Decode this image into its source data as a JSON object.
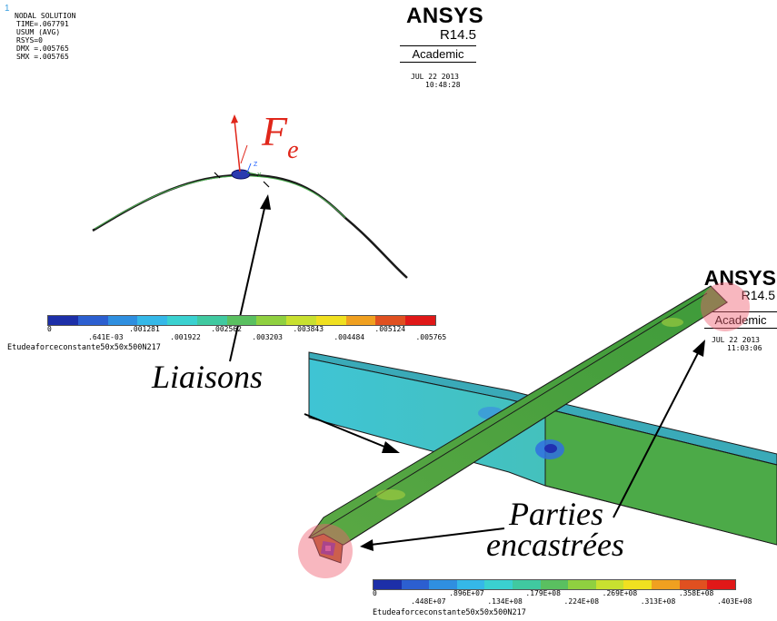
{
  "top_result": {
    "window_number": "1",
    "info_lines": [
      "NODAL SOLUTION",
      "TIME=.067791",
      "USUM       (AVG)",
      "RSYS=0",
      "DMX =.005765",
      "SMX =.005765"
    ]
  },
  "brand1": {
    "name": "ANSYS",
    "version": "R14.5",
    "edition": "Academic",
    "date": "JUL 22 2013",
    "time": "10:48:28"
  },
  "brand2": {
    "name": "ANSYS",
    "version": "R14.5",
    "edition": "Academic",
    "date": "JUL 22 2013",
    "time": "11:03:06"
  },
  "force_label": {
    "letter": "F",
    "subscript": "e"
  },
  "legend1": {
    "title": "Etudeaforceconstante50x50x500N217",
    "labels_top": [
      "0",
      ".001281",
      ".002562",
      ".003843",
      ".005124"
    ],
    "labels_bottom": [
      ".641E-03",
      ".001922",
      ".003203",
      ".004484",
      ".005765"
    ],
    "colors": [
      "#1d2fa8",
      "#2c5fd0",
      "#2f8fe0",
      "#35b8e8",
      "#3ad1d0",
      "#40c9a0",
      "#5ac060",
      "#8fd040",
      "#c8e030",
      "#f0e020",
      "#f0a020",
      "#e05020",
      "#e01818"
    ]
  },
  "legend2": {
    "title": "Etudeaforceconstante50x50x500N217",
    "labels_top": [
      "0",
      ".896E+07",
      ".179E+08",
      ".269E+08",
      ".358E+08"
    ],
    "labels_bottom": [
      ".448E+07",
      ".134E+08",
      ".224E+08",
      ".313E+08",
      ".403E+08"
    ],
    "colors": [
      "#1d2fa8",
      "#2c5fd0",
      "#2f8fe0",
      "#35b8e8",
      "#3ad1d0",
      "#40c9a0",
      "#5ac060",
      "#8fd040",
      "#c8e030",
      "#f0e020",
      "#f0a020",
      "#e05020",
      "#e01818"
    ]
  },
  "annotations": {
    "liaisons": "Liaisons",
    "parties_line1": "Parties",
    "parties_line2": "encastrées"
  },
  "axis_triad": {
    "z": "Z",
    "y": "Y",
    "x": "X"
  }
}
